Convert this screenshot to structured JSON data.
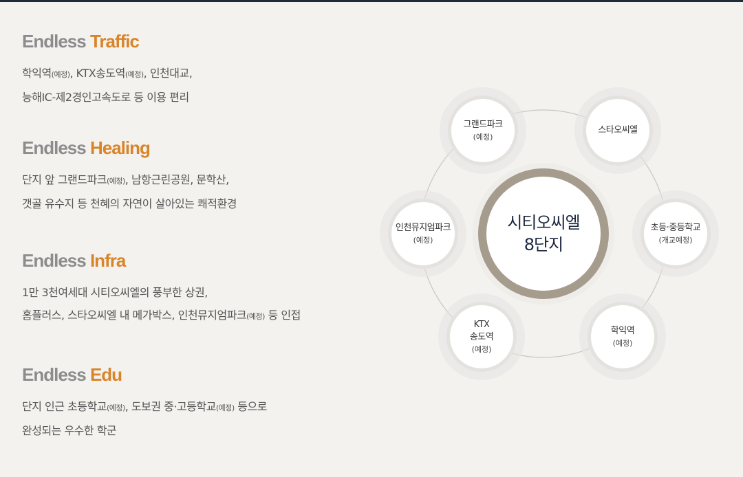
{
  "sections": [
    {
      "prefix": "Endless",
      "accent": "Traffic",
      "lines": [
        [
          {
            "t": "학익역"
          },
          {
            "t": "(예정)",
            "small": true
          },
          {
            "t": ", KTX송도역"
          },
          {
            "t": "(예정)",
            "small": true
          },
          {
            "t": ", 인천대교,"
          }
        ],
        [
          {
            "t": "능해IC-제2경인고속도로 등 이용 편리"
          }
        ]
      ]
    },
    {
      "prefix": "Endless",
      "accent": "Healing",
      "lines": [
        [
          {
            "t": "단지 앞 그랜드파크"
          },
          {
            "t": "(예정)",
            "small": true
          },
          {
            "t": ", 남항근린공원, 문학산,"
          }
        ],
        [
          {
            "t": "갯골 유수지 등 천혜의 자연이 살아있는 쾌적환경"
          }
        ]
      ]
    },
    {
      "prefix": "Endless",
      "accent": "Infra",
      "lines": [
        [
          {
            "t": "1만 3천여세대 시티오씨엘의 풍부한 상권,"
          }
        ],
        [
          {
            "t": "홈플러스, 스타오씨엘 내 메가박스, 인천뮤지엄파크"
          },
          {
            "t": "(예정)",
            "small": true
          },
          {
            "t": " 등 인접"
          }
        ]
      ]
    },
    {
      "prefix": "Endless",
      "accent": "Edu",
      "lines": [
        [
          {
            "t": "단지 인근 초등학교"
          },
          {
            "t": "(예정)",
            "small": true
          },
          {
            "t": ", 도보권 중·고등학교"
          },
          {
            "t": "(예정)",
            "small": true
          },
          {
            "t": " 등으로"
          }
        ],
        [
          {
            "t": "완성되는 우수한 학군"
          }
        ]
      ]
    }
  ],
  "center": {
    "line1": "시티오씨엘",
    "line2": "8단지"
  },
  "nodes": [
    {
      "lines": [
        "그랜드파크"
      ],
      "sub": "(예정)"
    },
    {
      "lines": [
        "스타오씨엘"
      ],
      "sub": ""
    },
    {
      "lines": [
        "초등·중등학교"
      ],
      "sub": "(개교예정)"
    },
    {
      "lines": [
        "학익역"
      ],
      "sub": "(예정)"
    },
    {
      "lines": [
        "KTX",
        "송도역"
      ],
      "sub": "(예정)"
    },
    {
      "lines": [
        "인천뮤지엄파크"
      ],
      "sub": "(예정)"
    }
  ],
  "colors": {
    "accent": "#d8852a",
    "ring": "#a69c8d",
    "navy": "#1c2740"
  }
}
